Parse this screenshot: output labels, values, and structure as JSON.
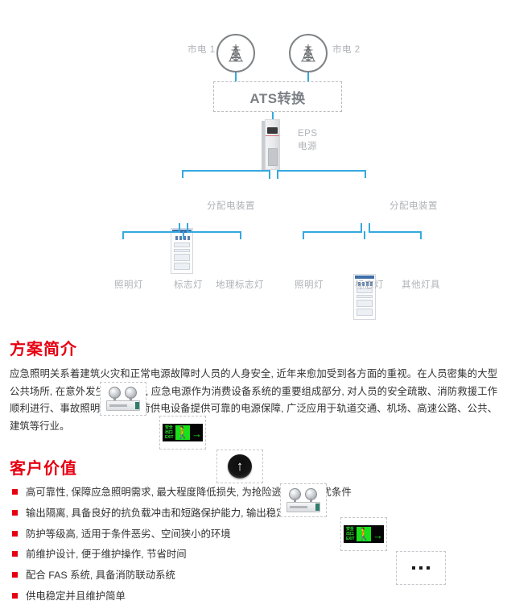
{
  "diagram": {
    "utility_1_label": "市电 1",
    "utility_2_label": "市电 2",
    "ats_label": "ATS转换",
    "eps_label_line1": "EPS",
    "eps_label_line2": "电源",
    "distribution_left_label": "分配电装置",
    "distribution_right_label": "分配电装置",
    "left_lamps": [
      {
        "label": "照明灯",
        "icon": "emergency-twin-head-lamp-icon"
      },
      {
        "label": "标志灯",
        "icon": "exit-sign-lamp-icon",
        "sign_text_line1": "安全出口",
        "sign_text_line2": "EXIT",
        "arrow": "→"
      },
      {
        "label": "地理标志灯",
        "icon": "geo-marker-lamp-icon",
        "arrow": "↑"
      }
    ],
    "right_lamps": [
      {
        "label": "照明灯",
        "icon": "emergency-twin-head-lamp-icon"
      },
      {
        "label": "标志灯",
        "icon": "exit-sign-lamp-icon",
        "sign_text_line1": "安全出口",
        "sign_text_line2": "EXIT",
        "arrow": "→"
      },
      {
        "label": "其他灯具",
        "icon": "ellipsis-icon"
      }
    ],
    "colors": {
      "wire": "#35a9e0",
      "label_grey": "#b0b3b8",
      "outline_grey": "#7f8386",
      "sign_green": "#19e019"
    }
  },
  "solution_intro": {
    "title": "方案简介",
    "body": "应急照明关系着建筑火灾和正常电源故障时人员的人身安全, 近年来愈加受到各方面的重视。在人员密集的大型公共场所, 在意外发生的情况下, 应急电源作为消费设备系统的重要组成部分, 对人员的安全疏散、消防救援工作顺利进行、事故照明等一级负荷供电设备提供可靠的电源保障, 广泛应用于轨道交通、机场、高速公路、公共、建筑等行业。"
  },
  "customer_value": {
    "title": "客户价值",
    "bullet_color": "#e60012",
    "items": [
      "高可靠性, 保障应急照明需求, 最大程度降低损失, 为抢险逃生创造最优条件",
      "输出隔离, 具备良好的抗负载冲击和短路保护能力, 输出稳定",
      "防护等级高, 适用于条件恶劣、空间狭小的环境",
      "前维护设计, 便于维护操作, 节省时间",
      "配合 FAS 系统, 具备消防联动系统",
      "供电稳定并且维护简单"
    ]
  }
}
